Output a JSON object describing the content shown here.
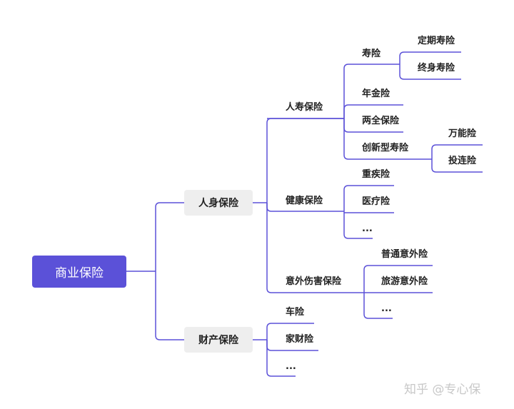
{
  "colors": {
    "root_fill": "#5b51d8",
    "line": "#5b51d8",
    "box_fill": "#eeeeee",
    "text": "#222222",
    "watermark": "#c8c8c8"
  },
  "root": {
    "label": "商业保险"
  },
  "level1": {
    "personal": {
      "label": "人身保险"
    },
    "property": {
      "label": "财产保险"
    }
  },
  "personal": {
    "life": {
      "label": "人寿保险",
      "term_life": {
        "label": "寿险",
        "children": [
          "定期寿险",
          "终身寿险"
        ]
      },
      "annuity": "年金险",
      "endowment": "两全保险",
      "innovative": {
        "label": "创新型寿险",
        "children": [
          "万能险",
          "投连险"
        ]
      }
    },
    "health": {
      "label": "健康保险",
      "children": [
        "重疾险",
        "医疗险",
        "..."
      ]
    },
    "accident": {
      "label": "意外伤害保险",
      "children": [
        "普通意外险",
        "旅游意外险",
        "..."
      ]
    }
  },
  "property": {
    "children": [
      "车险",
      "家财险",
      "..."
    ]
  },
  "watermark": "知乎 @专心保"
}
